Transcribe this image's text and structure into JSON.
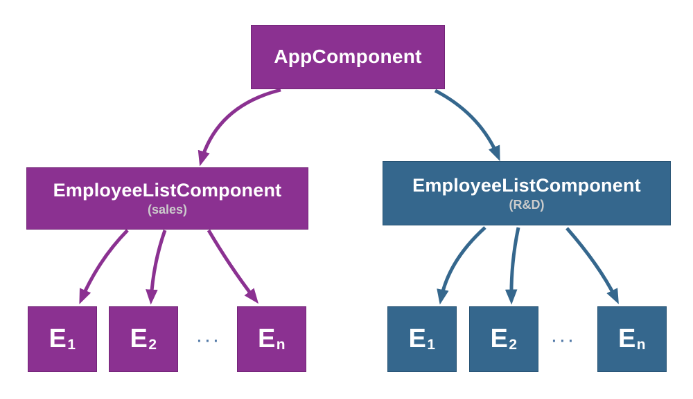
{
  "colors": {
    "purple": "#8B3191",
    "blue": "#35678D",
    "subtitle": "#CCCCCC",
    "node_text": "#FFFFFF",
    "dots": "#4F77A6"
  },
  "diagram": {
    "root": {
      "title": "AppComponent"
    },
    "branches": [
      {
        "id": "sales",
        "title": "EmployeeListComponent",
        "subtitle": "(sales)",
        "children": [
          {
            "main": "E",
            "sub": "1"
          },
          {
            "main": "E",
            "sub": "2"
          },
          {
            "main": "E",
            "sub": "n"
          }
        ],
        "ellipsis": "···"
      },
      {
        "id": "rd",
        "title": "EmployeeListComponent",
        "subtitle": "(R&D)",
        "children": [
          {
            "main": "E",
            "sub": "1"
          },
          {
            "main": "E",
            "sub": "2"
          },
          {
            "main": "E",
            "sub": "n"
          }
        ],
        "ellipsis": "···"
      }
    ]
  }
}
